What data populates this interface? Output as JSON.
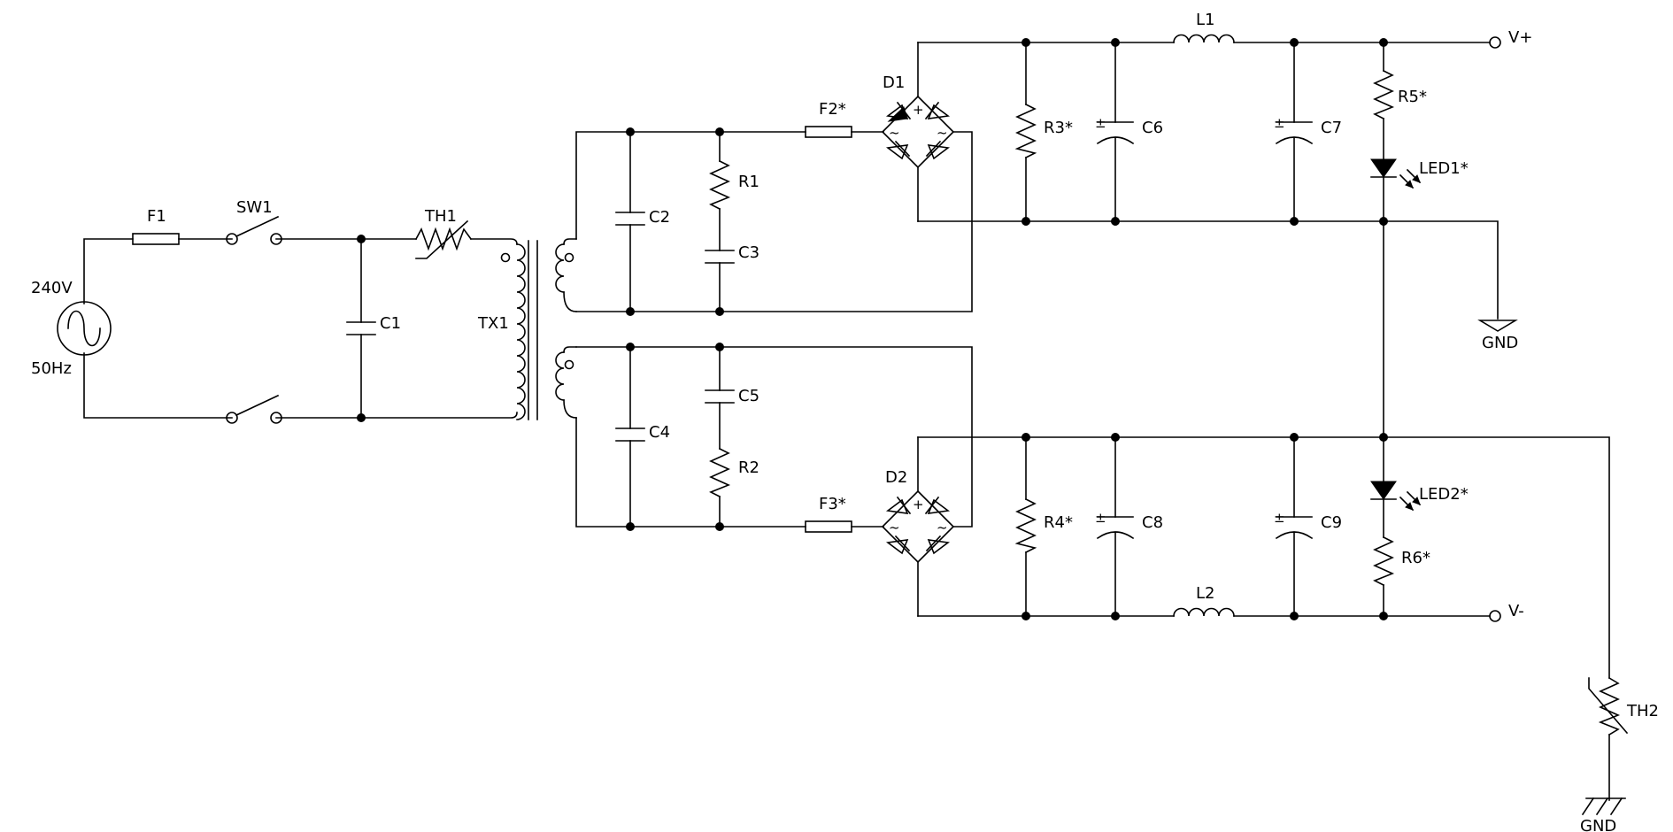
{
  "labels": {
    "source_voltage": "240V",
    "source_freq": "50Hz",
    "f1": "F1",
    "sw1": "SW1",
    "th1": "TH1",
    "c1": "C1",
    "tx1": "TX1",
    "c2": "C2",
    "r1": "R1",
    "c3": "C3",
    "f2": "F2*",
    "d1": "D1",
    "r3": "R3*",
    "c6": "C6",
    "l1": "L1",
    "c7": "C7",
    "r5": "R5*",
    "led1": "LED1*",
    "vplus": "V+",
    "gnd1": "GND",
    "c4": "C4",
    "c5": "C5",
    "r2": "R2",
    "f3": "F3*",
    "d2": "D2",
    "r4": "R4*",
    "c8": "C8",
    "l2": "L2",
    "c9": "C9",
    "led2": "LED2*",
    "r6": "R6*",
    "vminus": "V-",
    "th2": "TH2",
    "gnd2": "GND"
  },
  "symbols": {
    "plus": "+",
    "tilde": "~",
    "polarity": "±"
  }
}
